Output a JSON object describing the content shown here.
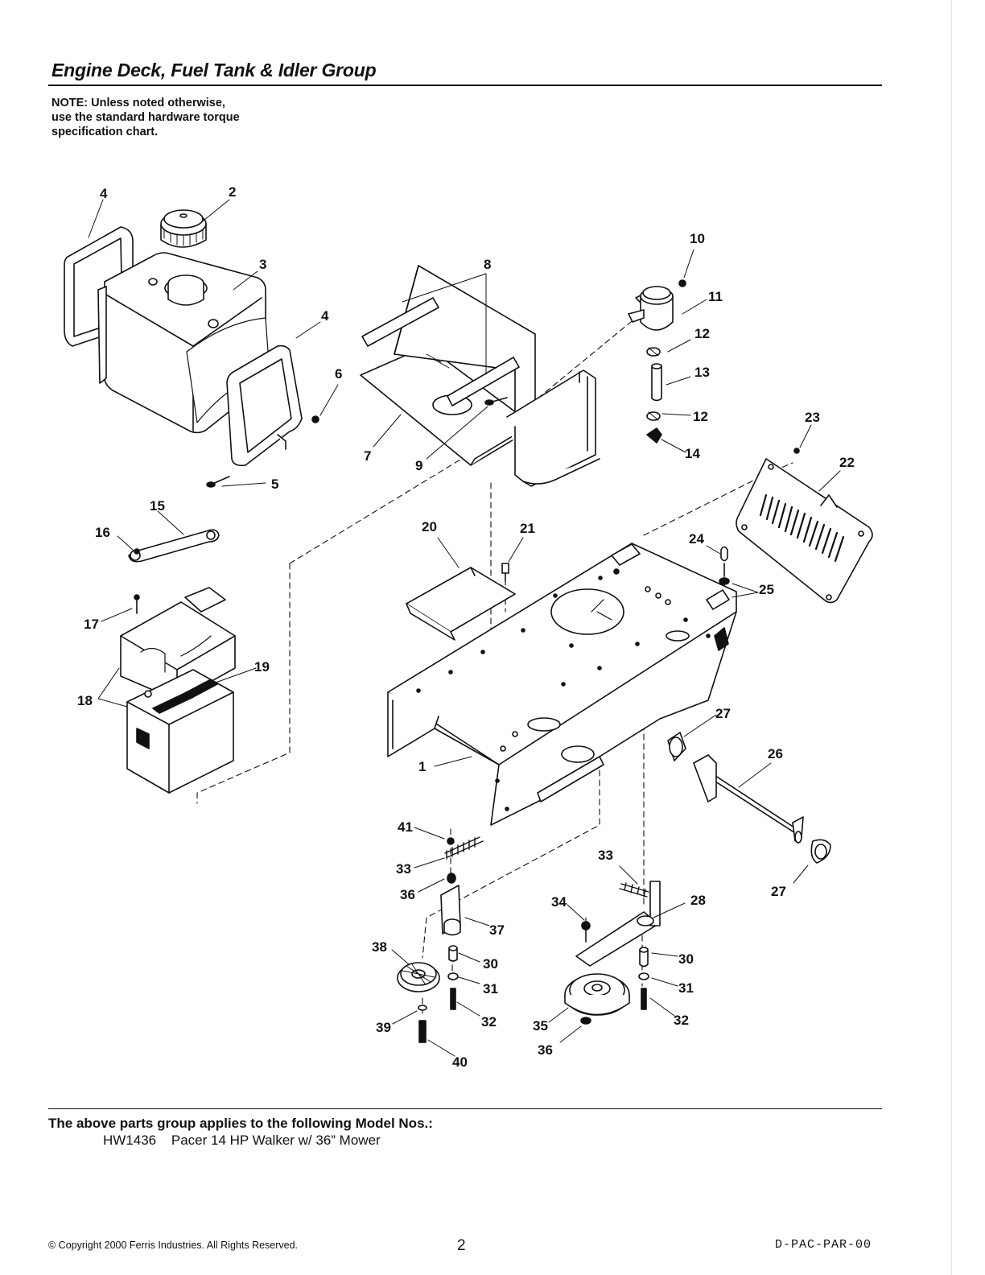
{
  "title": "Engine Deck, Fuel Tank & Idler Group",
  "note": [
    "NOTE: Unless noted otherwise,",
    "use the standard hardware torque",
    "specification chart."
  ],
  "callouts": {
    "c1": "1",
    "c2": "2",
    "c3": "3",
    "c4a": "4",
    "c4b": "4",
    "c5": "5",
    "c6": "6",
    "c7": "7",
    "c8": "8",
    "c9": "9",
    "c10": "10",
    "c11": "11",
    "c12a": "12",
    "c12b": "12",
    "c13": "13",
    "c14": "14",
    "c15": "15",
    "c16": "16",
    "c17": "17",
    "c18": "18",
    "c19": "19",
    "c20": "20",
    "c21": "21",
    "c22": "22",
    "c23": "23",
    "c24": "24",
    "c25": "25",
    "c26": "26",
    "c27a": "27",
    "c27b": "27",
    "c28": "28",
    "c30a": "30",
    "c30b": "30",
    "c31a": "31",
    "c31b": "31",
    "c32a": "32",
    "c32b": "32",
    "c33a": "33",
    "c33b": "33",
    "c34": "34",
    "c35": "35",
    "c36a": "36",
    "c36b": "36",
    "c37": "37",
    "c38": "38",
    "c39": "39",
    "c40": "40",
    "c41": "41"
  },
  "applies": {
    "heading": "The above parts group applies to the following Model Nos.:",
    "model_no": "HW1436",
    "model_desc": "Pacer 14 HP Walker w/ 36” Mower"
  },
  "footer": {
    "copyright": "© Copyright 2000 Ferris Industries. All Rights Reserved.",
    "page": "2",
    "doc_code": "D-PAC-PAR-00"
  }
}
